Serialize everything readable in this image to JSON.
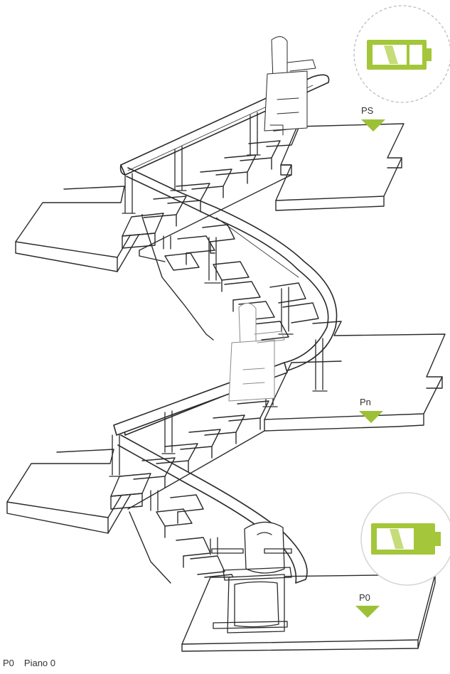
{
  "colors": {
    "line": "#2a2a2a",
    "accent": "#a4c63a",
    "accent_light": "#c6dc79",
    "ring_dashed": "#bdbdbd",
    "ring_solid": "#d5d5d5",
    "arrow": "#9cc137"
  },
  "floors": [
    {
      "id": "PS",
      "label": "PS"
    },
    {
      "id": "Pn",
      "label": "Pn"
    },
    {
      "id": "P0",
      "label": "P0"
    }
  ],
  "battery_top": {
    "icon": "battery-low-icon",
    "ring": "dashed"
  },
  "battery_bottom": {
    "icon": "battery-charging-icon",
    "ring": "solid"
  },
  "legend": {
    "code": "P0",
    "text": "Piano 0"
  }
}
